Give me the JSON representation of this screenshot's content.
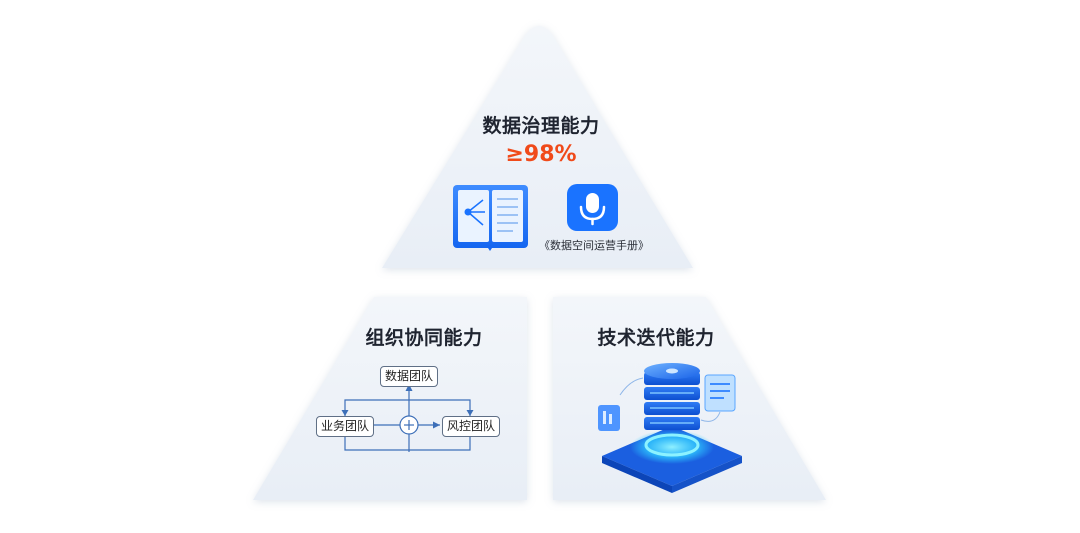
{
  "top": {
    "title": "数据治理能力",
    "metric": "≥98%",
    "book_icon": "open-book-icon",
    "app_icon": "microphone-app-icon",
    "caption": "《数据空间运营手册》"
  },
  "left": {
    "title": "组织协同能力",
    "nodes": {
      "top": "数据团队",
      "left": "业务团队",
      "right": "风控团队",
      "center": "+"
    }
  },
  "right": {
    "title": "技术迭代能力",
    "illustration": "server-stack-icon"
  },
  "colors": {
    "accent": "#f04a1a",
    "panel": "#edf2f8",
    "icon_blue": "#1a73ff"
  }
}
